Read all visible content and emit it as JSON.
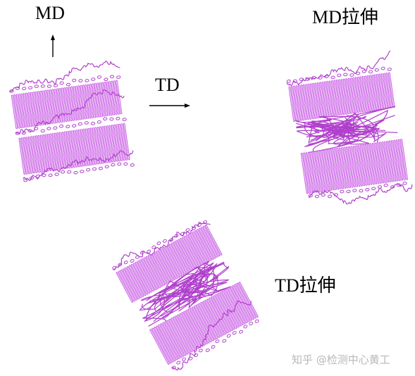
{
  "labels": {
    "md": "MD",
    "td": "TD",
    "md_stretch": "MD拉伸",
    "td_stretch": "TD拉伸"
  },
  "watermark": "知乎 @检测中心黄工",
  "colors": {
    "lamella": "#cc66e6",
    "amorphous": "#b03fcc",
    "text": "#000000",
    "watermark": "#b8b8b8"
  }
}
